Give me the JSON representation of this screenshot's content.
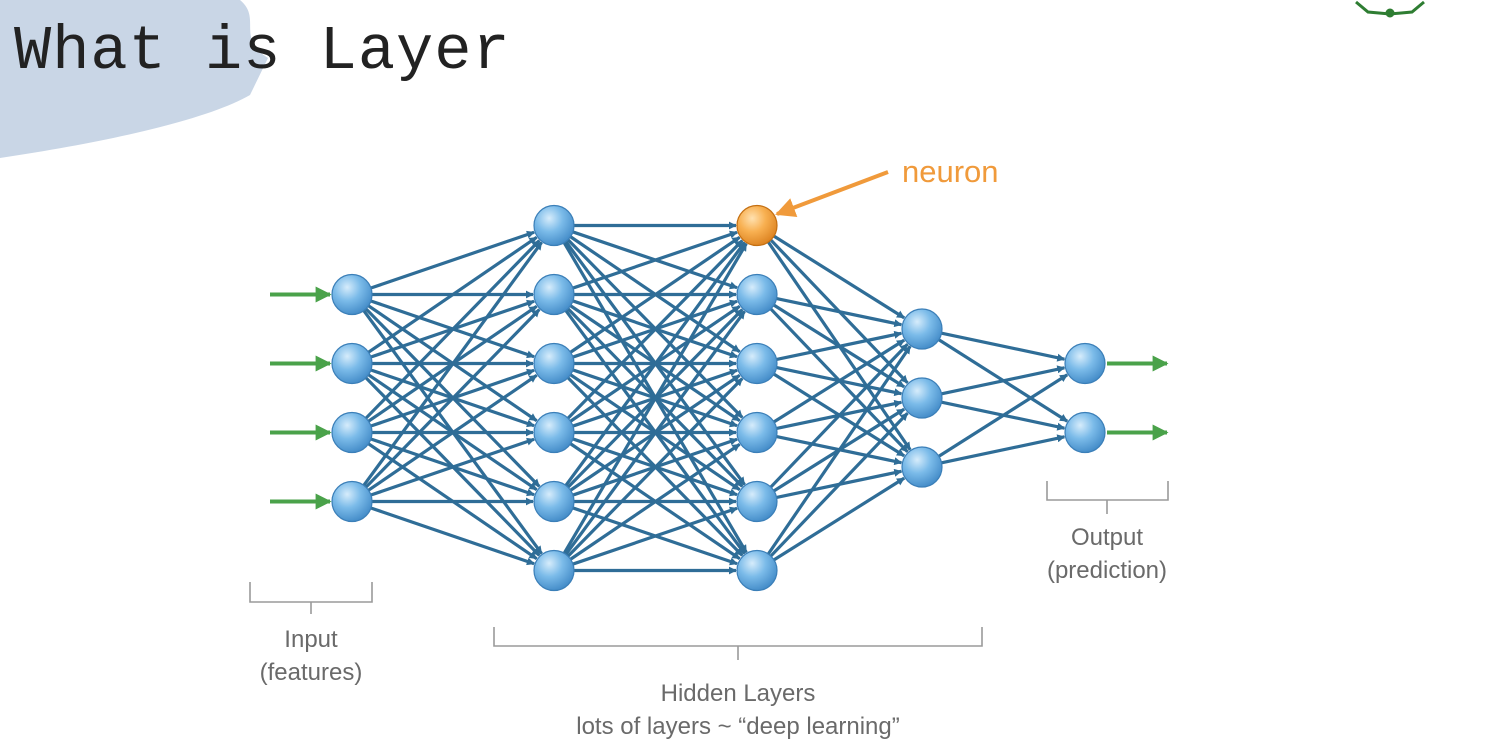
{
  "slide": {
    "title": "What is Layer"
  },
  "diagram": {
    "layers": [
      {
        "role": "input",
        "node_count": 4
      },
      {
        "role": "hidden",
        "node_count": 6
      },
      {
        "role": "hidden",
        "node_count": 6
      },
      {
        "role": "hidden",
        "node_count": 3
      },
      {
        "role": "output",
        "node_count": 2
      }
    ],
    "highlighted_neuron": {
      "layer": 2,
      "node": 0
    },
    "labels": {
      "neuron": "neuron",
      "input_line1": "Input",
      "input_line2": "(features)",
      "hidden_line1": "Hidden Layers",
      "hidden_line2": "lots of layers ~ “deep learning”",
      "output_line1": "Output",
      "output_line2": "(prediction)"
    },
    "colors": {
      "node": "#5aa5e0",
      "highlight_node": "#f5a03c",
      "connection": "#2f6d97",
      "arrow": "#4aa24a",
      "neuron_label": "#f09a3b",
      "caption": "#6a6a6a",
      "bracket": "#9a9a9a",
      "banner": "#c9d6e6"
    }
  }
}
